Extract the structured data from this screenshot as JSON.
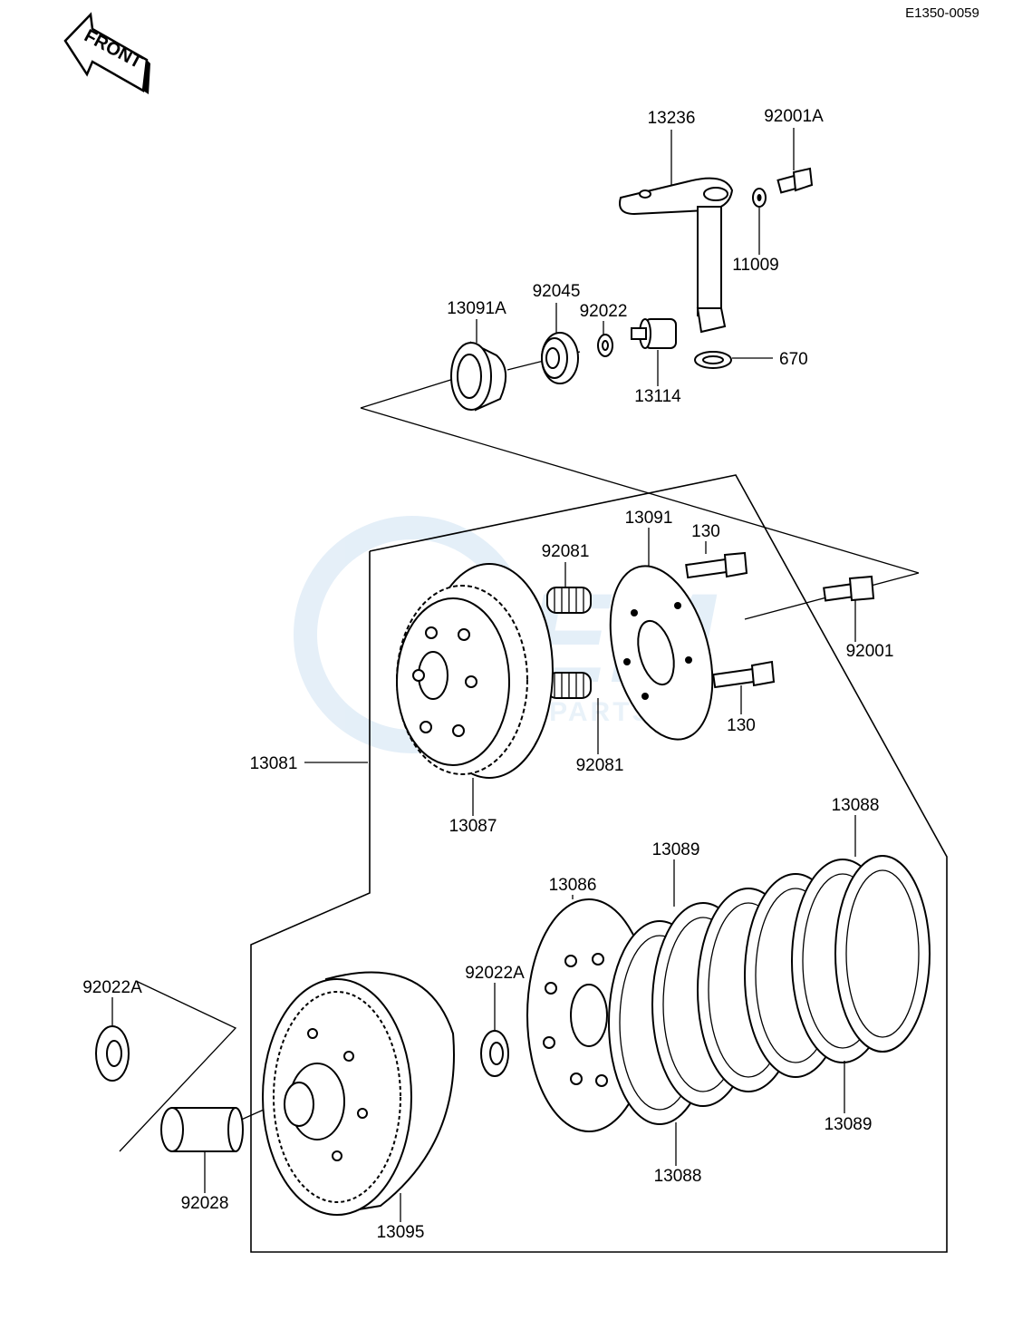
{
  "diagram_code": "E1350-0059",
  "front_label": "FRONT",
  "watermark": {
    "brand": "OEM",
    "sub": "MOTORPARTS",
    "color": "#cfe2f3"
  },
  "parts": {
    "p13236": "13236",
    "p92001A": "92001A",
    "p11009": "11009",
    "p13091A": "13091A",
    "p92045": "92045",
    "p92022": "92022",
    "p670": "670",
    "p13114": "13114",
    "p13091": "13091",
    "p130a": "130",
    "p130b": "130",
    "p92081a": "92081",
    "p92081b": "92081",
    "p92001": "92001",
    "p13081": "13081",
    "p13087": "13087",
    "p13088a": "13088",
    "p13089a": "13089",
    "p13086": "13086",
    "p92022Aa": "92022A",
    "p92022Ab": "92022A",
    "p13089b": "13089",
    "p13088b": "13088",
    "p92028": "92028",
    "p13095": "13095"
  }
}
